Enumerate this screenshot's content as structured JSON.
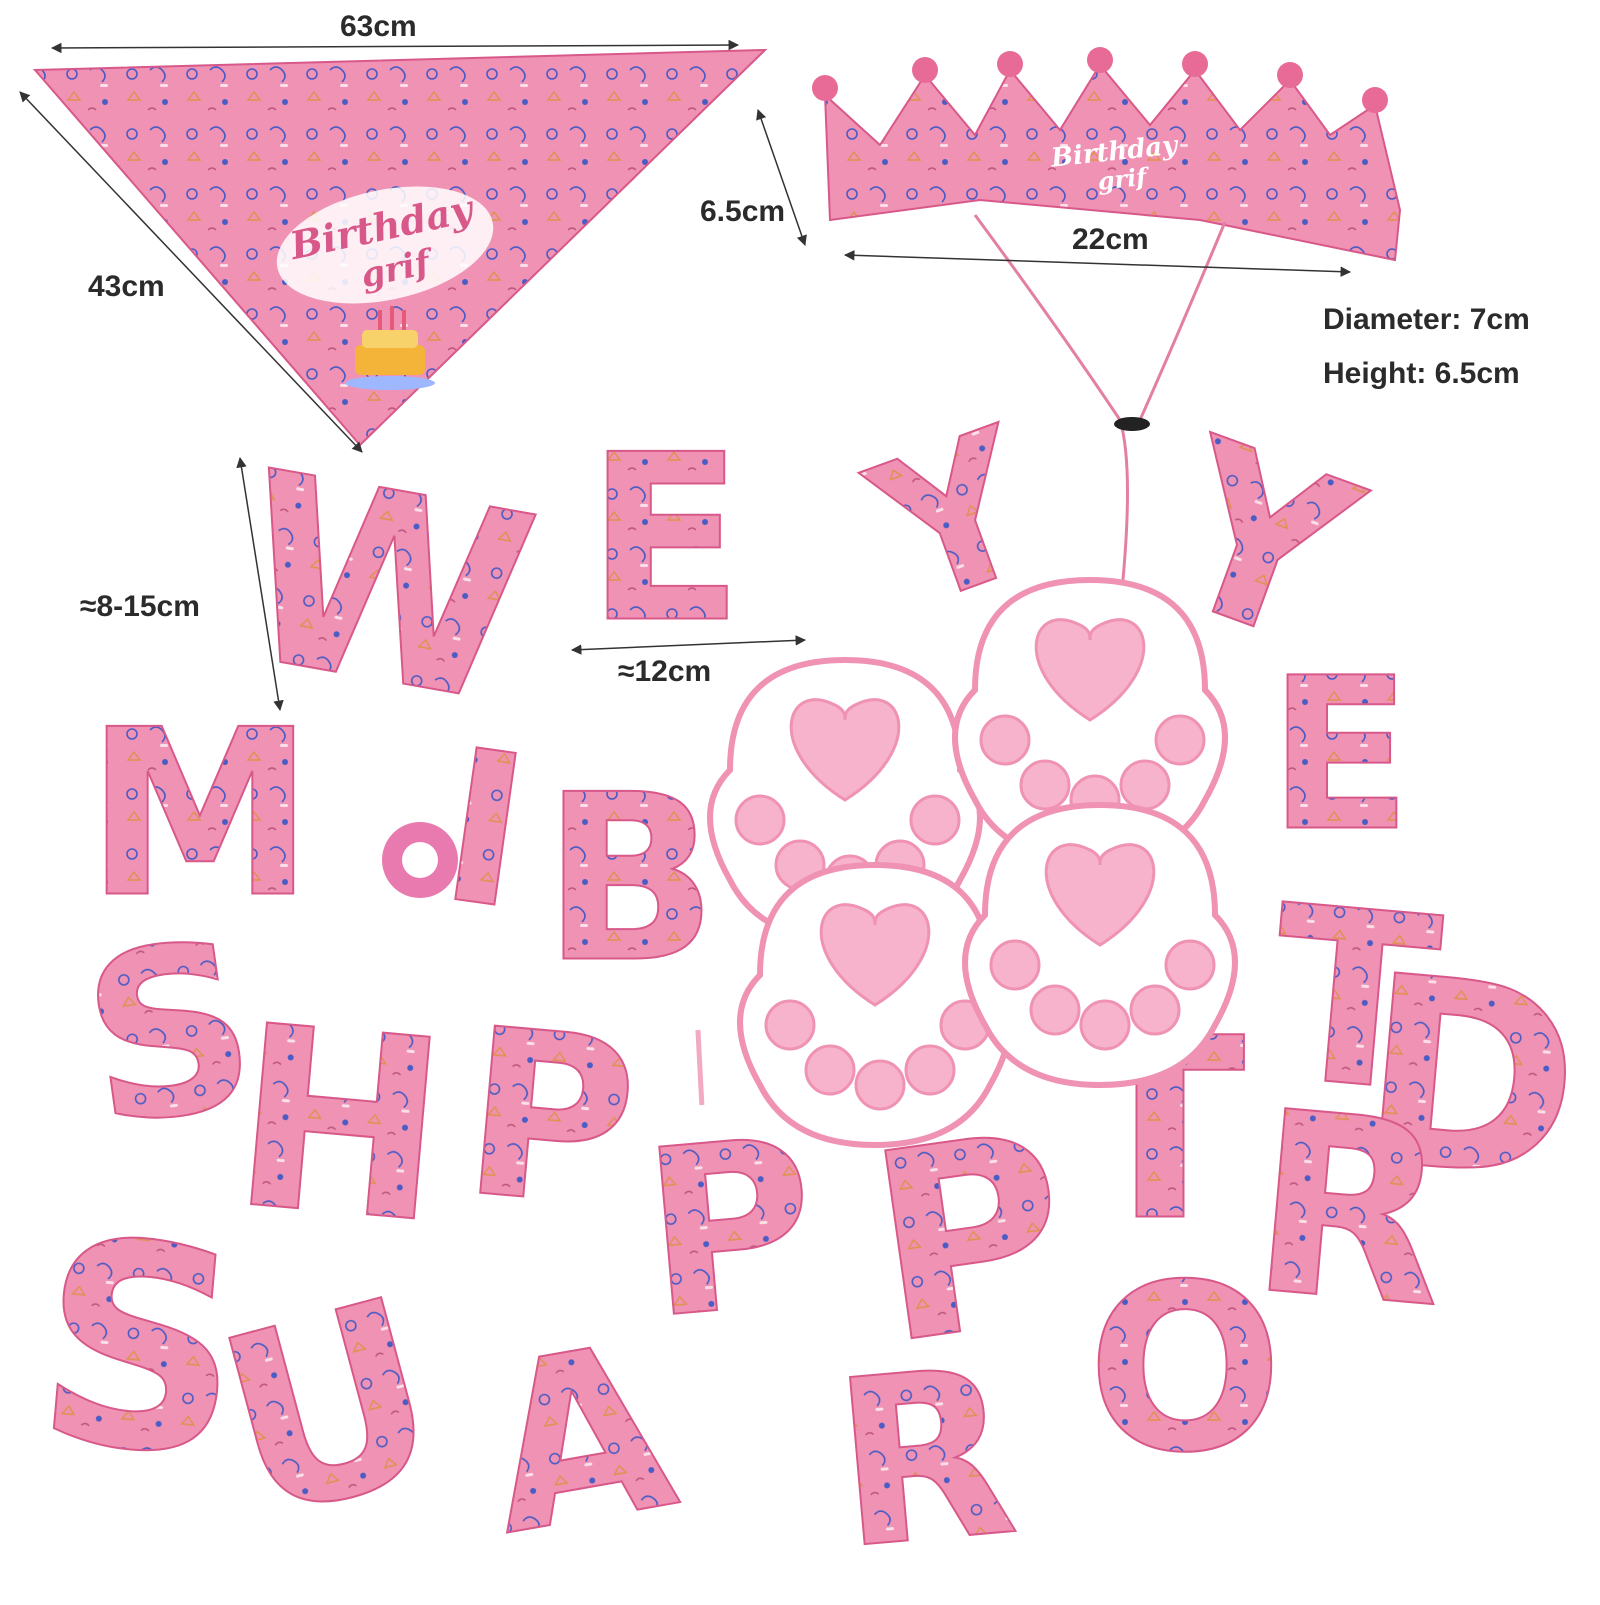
{
  "colors": {
    "pink_main": "#ef92b3",
    "pink_light": "#f6b3cb",
    "pink_dark": "#d8588a",
    "doodle_blue": "#4b5cc4",
    "doodle_orange": "#e0914a",
    "white": "#ffffff",
    "text_dark": "#2b2b2b"
  },
  "dimensions": {
    "bandana_width": "63cm",
    "bandana_side": "43cm",
    "crown_height": "6.5cm",
    "crown_width": "22cm",
    "crown_diameter": "Diameter: 7cm",
    "crown_height_label": "Height: 6.5cm",
    "letter_height": "≈8-15cm",
    "letter_width": "≈12cm"
  },
  "bandana": {
    "badge_line1": "Birthday",
    "badge_line2": "grif"
  },
  "crown": {
    "badge_line1": "Birthday",
    "badge_line2": "grif"
  },
  "letters": [
    "W",
    "E",
    "Y",
    "Y",
    "M",
    "I",
    "B",
    "E",
    "S",
    "H",
    "P",
    "P",
    "P",
    "T",
    "T",
    "D",
    "S",
    "U",
    "A",
    "R",
    "O",
    "R"
  ],
  "paw_count": 4
}
